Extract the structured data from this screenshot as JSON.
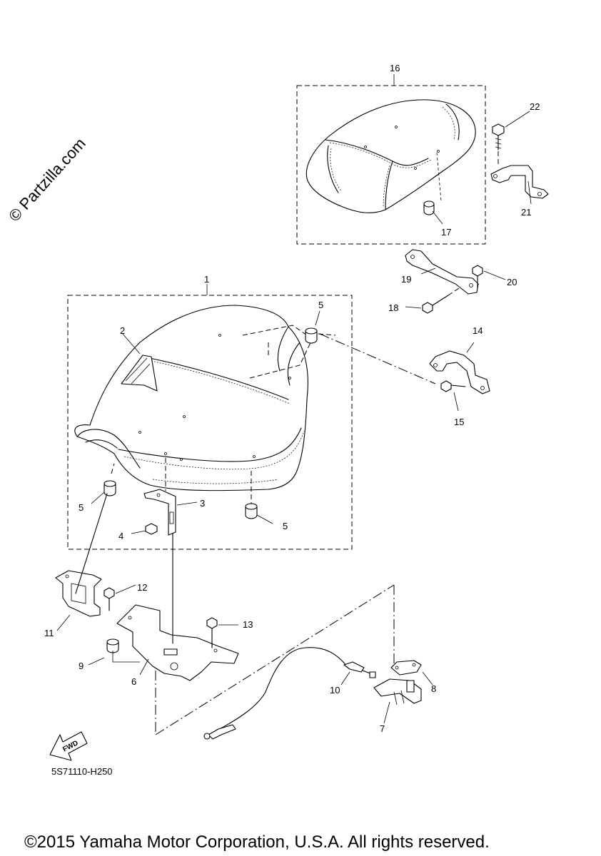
{
  "watermark": "© Partzilla.com",
  "diagram_code": "5S71110-H250",
  "fwd_label": "FWD",
  "copyright": "©2015 Yamaha Motor Corporation, U.S.A. All rights reserved.",
  "callouts": [
    {
      "id": "c1",
      "label": "1"
    },
    {
      "id": "c2",
      "label": "2"
    },
    {
      "id": "c3",
      "label": "3"
    },
    {
      "id": "c4",
      "label": "4"
    },
    {
      "id": "c5a",
      "label": "5"
    },
    {
      "id": "c5b",
      "label": "5"
    },
    {
      "id": "c5c",
      "label": "5"
    },
    {
      "id": "c6",
      "label": "6"
    },
    {
      "id": "c7",
      "label": "7"
    },
    {
      "id": "c8",
      "label": "8"
    },
    {
      "id": "c9",
      "label": "9"
    },
    {
      "id": "c10",
      "label": "10"
    },
    {
      "id": "c11",
      "label": "11"
    },
    {
      "id": "c12",
      "label": "12"
    },
    {
      "id": "c13",
      "label": "13"
    },
    {
      "id": "c14",
      "label": "14"
    },
    {
      "id": "c15",
      "label": "15"
    },
    {
      "id": "c16",
      "label": "16"
    },
    {
      "id": "c17",
      "label": "17"
    },
    {
      "id": "c18",
      "label": "18"
    },
    {
      "id": "c19",
      "label": "19"
    },
    {
      "id": "c20",
      "label": "20"
    },
    {
      "id": "c21",
      "label": "21"
    },
    {
      "id": "c22",
      "label": "22"
    }
  ]
}
